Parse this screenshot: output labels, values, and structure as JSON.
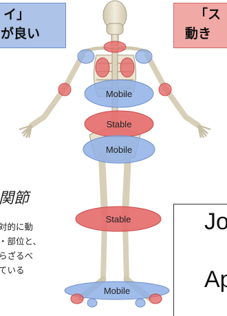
{
  "left_box": {
    "lines": [
      "イ」",
      "が良い"
    ]
  },
  "right_box": {
    "lines": [
      "「ス",
      "動き"
    ]
  },
  "labels": {
    "chest": "Mobile",
    "lumbar": "Stable",
    "hip": "Mobile",
    "knee": "Stable",
    "ankle": "Mobile"
  },
  "left_text": {
    "heading": "関節",
    "lines": [
      "対的に動",
      "・部位と、",
      "らざるべ",
      "ている"
    ]
  },
  "right_panel": {
    "lines": [
      "Jo",
      "Ap"
    ]
  },
  "colors": {
    "mobile": "#8fb0e6",
    "stable": "#e56a6a",
    "bone": "#e9e2cf"
  }
}
